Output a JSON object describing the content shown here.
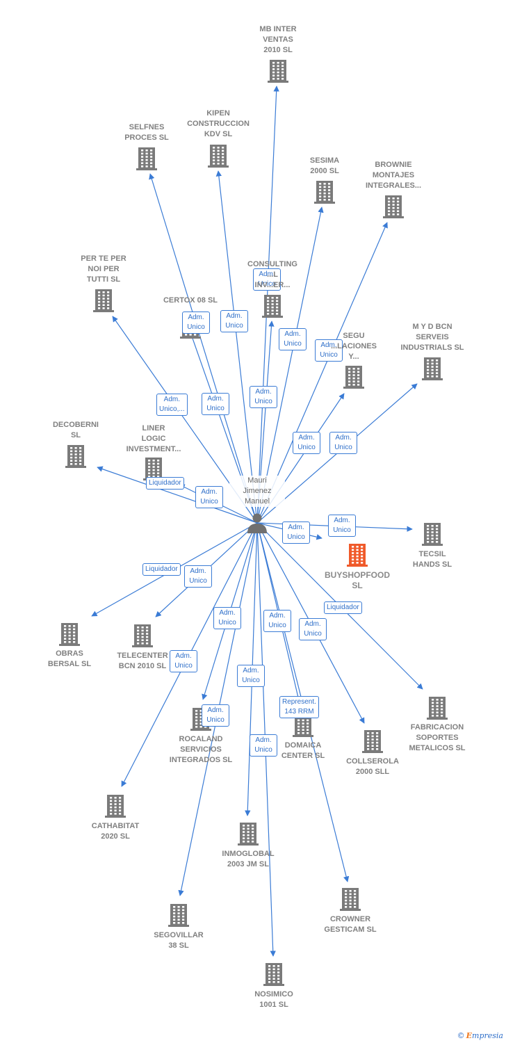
{
  "colors": {
    "edge": "#3a7bd5",
    "building": "#7a7a7a",
    "building_main": "#f05a2a",
    "person": "#707070"
  },
  "person": {
    "name": "Mauri\nJimenez\nManuel",
    "icon": "person-icon"
  },
  "companies": [
    {
      "id": "mb-inter",
      "name": "MB INTER\nVENTAS\n2010  SL",
      "icon": "building-icon"
    },
    {
      "id": "selfnes",
      "name": "SELFNES\nPROCES SL",
      "icon": "building-icon"
    },
    {
      "id": "kipen",
      "name": "KIPEN\nCONSTRUCCION\nKDV SL",
      "icon": "building-icon"
    },
    {
      "id": "sesima",
      "name": "SESIMA\n2000 SL",
      "icon": "building-icon"
    },
    {
      "id": "brownie",
      "name": "BROWNIE\nMONTAJES\nINTEGRALES...",
      "icon": "building-icon"
    },
    {
      "id": "perteper",
      "name": "PER TE PER\nNOI PER\nTUTTI SL",
      "icon": "building-icon"
    },
    {
      "id": "consulting",
      "name": "CONSULTING\n...L\nINV...ER...",
      "icon": "building-icon"
    },
    {
      "id": "certox",
      "name": "CERTOX 08 SL",
      "icon": "building-icon"
    },
    {
      "id": "segu",
      "name": "SEGU\n...LACIONES\nY...",
      "icon": "building-icon"
    },
    {
      "id": "mydbcn",
      "name": "M Y D BCN\nSERVEIS\nINDUSTRIALS SL",
      "icon": "building-icon"
    },
    {
      "id": "decoberni",
      "name": "DECOBERNI\nSL",
      "icon": "building-icon"
    },
    {
      "id": "liner",
      "name": "LINER\nLOGIC\nINVESTMENT...",
      "icon": "building-icon"
    },
    {
      "id": "tecsil",
      "name": "TECSIL\nHANDS SL",
      "icon": "building-icon"
    },
    {
      "id": "buyshopfood",
      "name": "BUYSHOPFOOD\nSL",
      "icon": "building-icon",
      "main": true
    },
    {
      "id": "obras",
      "name": "OBRAS\nBERSAL SL",
      "icon": "building-icon"
    },
    {
      "id": "telecenter",
      "name": "TELECENTER\nBCN 2010 SL",
      "icon": "building-icon"
    },
    {
      "id": "fabricacion",
      "name": "FABRICACION\nSOPORTES\nMETALICOS SL",
      "icon": "building-icon"
    },
    {
      "id": "rocaland",
      "name": "ROCALAND\nSERVICIOS\nINTEGRADOS SL",
      "icon": "building-icon"
    },
    {
      "id": "domaica",
      "name": "DOMAICA\nCENTER SL",
      "icon": "building-icon"
    },
    {
      "id": "collserola",
      "name": "COLLSEROLA\n2000 SLL",
      "icon": "building-icon"
    },
    {
      "id": "cathabitat",
      "name": "CATHABITAT\n2020 SL",
      "icon": "building-icon"
    },
    {
      "id": "inmoglobal",
      "name": "INMOGLOBAL\n2003 JM SL",
      "icon": "building-icon"
    },
    {
      "id": "segovillar",
      "name": "SEGOVILLAR\n38 SL",
      "icon": "building-icon"
    },
    {
      "id": "crowner",
      "name": "CROWNER\nGESTICAM SL",
      "icon": "building-icon"
    },
    {
      "id": "nosimico",
      "name": "NOSIMICO\n1001 SL",
      "icon": "building-icon"
    }
  ],
  "relations": [
    {
      "to": "mb-inter",
      "label": "Adm.\nUnico"
    },
    {
      "to": "selfnes",
      "label": "Adm.\nUnico"
    },
    {
      "to": "kipen",
      "label": "Adm.\nUnico"
    },
    {
      "to": "sesima",
      "label": "Adm.\nUnico"
    },
    {
      "to": "brownie",
      "label": "Adm.\nUnico"
    },
    {
      "to": "perteper",
      "label": "Adm.\nUnico,..."
    },
    {
      "to": "consulting",
      "label": "Adm.\nUnico"
    },
    {
      "to": "certox",
      "label": "Adm.\nUnico"
    },
    {
      "to": "segu",
      "label": "Adm.\nUnico"
    },
    {
      "to": "mydbcn",
      "label": "Adm.\nUnico"
    },
    {
      "to": "decoberni",
      "label": "Liquidador"
    },
    {
      "to": "liner",
      "label": "Adm.\nUnico"
    },
    {
      "to": "tecsil",
      "label": "Adm.\nUnico"
    },
    {
      "to": "buyshopfood",
      "label": "Adm.\nUnico"
    },
    {
      "to": "obras",
      "label": "Liquidador"
    },
    {
      "to": "telecenter",
      "label": "Adm.\nUnico"
    },
    {
      "to": "fabricacion",
      "label": "Liquidador"
    },
    {
      "to": "rocaland",
      "label": "Adm.\nUnico"
    },
    {
      "to": "domaica",
      "label": "Adm.\nUnico"
    },
    {
      "to": "collserola",
      "label": "Adm.\nUnico"
    },
    {
      "to": "cathabitat",
      "label": "Adm.\nUnico"
    },
    {
      "to": "inmoglobal",
      "label": "Adm.\nUnico"
    },
    {
      "to": "segovillar",
      "label": "Adm.\nUnico"
    },
    {
      "to": "crowner",
      "label": "Represent.\n143 RRM"
    },
    {
      "to": "nosimico",
      "label": "Adm.\nUnico"
    }
  ],
  "footer": {
    "copyright": "©",
    "brand_first": "E",
    "brand_rest": "mpresia"
  }
}
